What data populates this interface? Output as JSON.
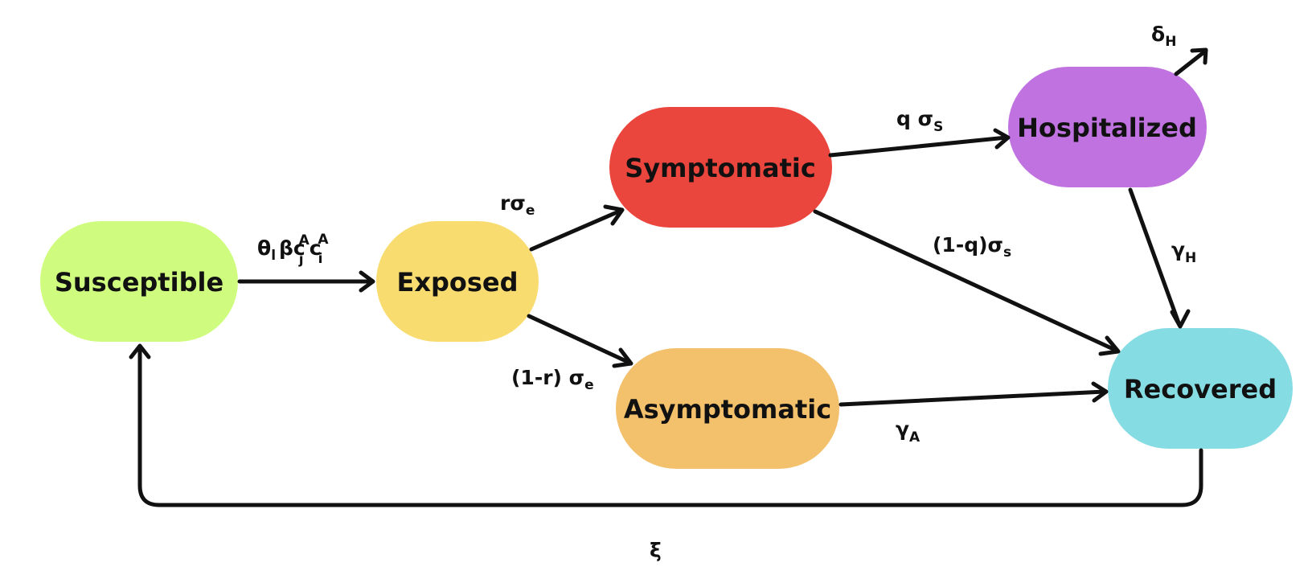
{
  "nodes": {
    "susceptible": {
      "label": "Susceptible",
      "color": "#CFFC7E"
    },
    "exposed": {
      "label": "Exposed",
      "color": "#F9DC70"
    },
    "symptomatic": {
      "label": "Symptomatic",
      "color": "#EB463D"
    },
    "asymptomatic": {
      "label": "Asymptomatic",
      "color": "#F3C06B"
    },
    "hospitalized": {
      "label": "Hospitalized",
      "color": "#BF72E0"
    },
    "recovered": {
      "label": "Recovered",
      "color": "#86DCE3"
    }
  },
  "rates": {
    "infection": {
      "theta": "θ",
      "theta_sub": "l",
      "beta_c": "βc",
      "cj_sub": "j",
      "cj_sup": "A",
      "c": "c",
      "ci_sub": "i",
      "ci_sup": "A"
    },
    "exposed_to_symptomatic": {
      "main": "rσ",
      "sub": "e"
    },
    "exposed_to_asymptomatic": {
      "main": "(1-r) σ",
      "sub": "e"
    },
    "symptomatic_to_hospitalized": {
      "main": "q σ",
      "sub": "S"
    },
    "symptomatic_to_recovered": {
      "main": "(1-q)σ",
      "sub": "s"
    },
    "hospitalized_death": {
      "main": "δ",
      "sub": "H"
    },
    "hospitalized_to_recovered": {
      "main": "γ",
      "sub": "H"
    },
    "asymptomatic_to_recovered": {
      "main": "γ",
      "sub": "A"
    },
    "recovered_to_susceptible": {
      "main": "ξ"
    }
  },
  "colors": {
    "stroke": "#111111",
    "background": "#FFFFFF"
  }
}
